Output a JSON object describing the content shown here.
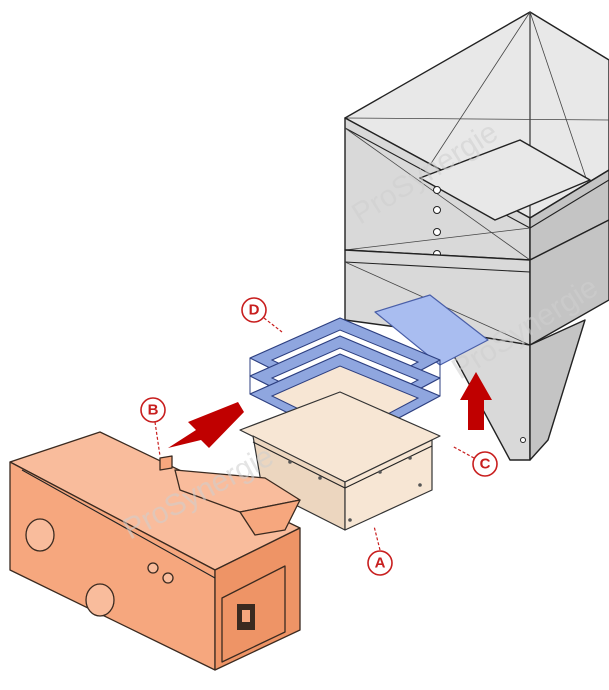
{
  "watermark": "ProSynergie",
  "callouts": [
    {
      "id": "A",
      "label": "A"
    },
    {
      "id": "B",
      "label": "B"
    },
    {
      "id": "C",
      "label": "C"
    },
    {
      "id": "D",
      "label": "D"
    }
  ],
  "colors": {
    "callout": "#c81e1e",
    "arrow": "#c00000",
    "auger_housing": "#f6a77e",
    "adapter": "#f7e6d4",
    "gasket": "#8fa6df",
    "hopper": "#d9d9d9"
  }
}
